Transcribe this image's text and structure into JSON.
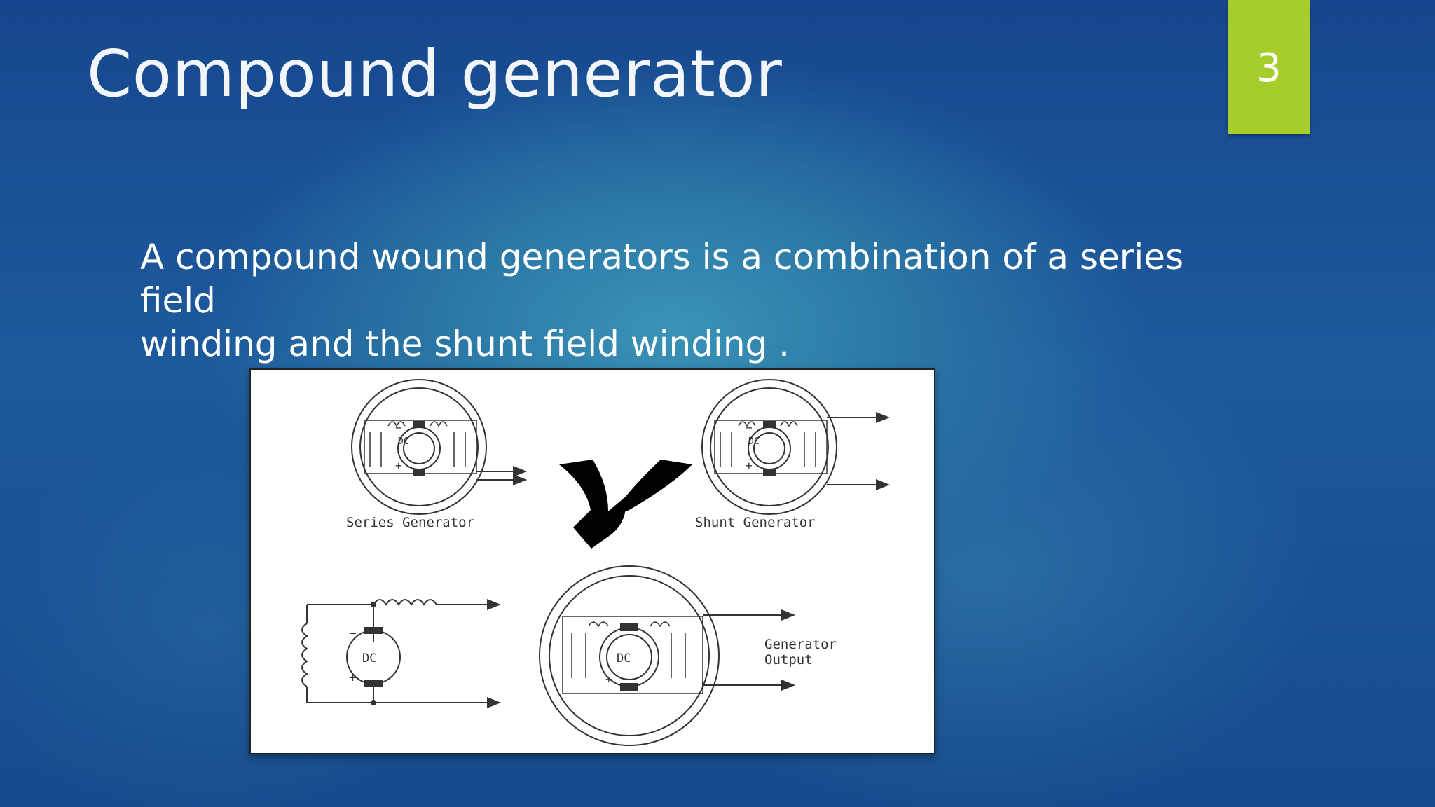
{
  "slide": {
    "title": "Compound generator",
    "page_number": "3",
    "body_line1": "A compound wound generators is a combination of a series field",
    "body_line2": "winding and the shunt field winding ."
  },
  "figure": {
    "series_label": "Series Generator",
    "shunt_label": "Shunt Generator",
    "dc": "DC",
    "output_line1": "Generator",
    "output_line2": "Output",
    "plus": "+",
    "minus": "−"
  },
  "colors": {
    "badge": "#a6cd2c",
    "title": "#f2f6fa",
    "text": "#ffffff"
  }
}
